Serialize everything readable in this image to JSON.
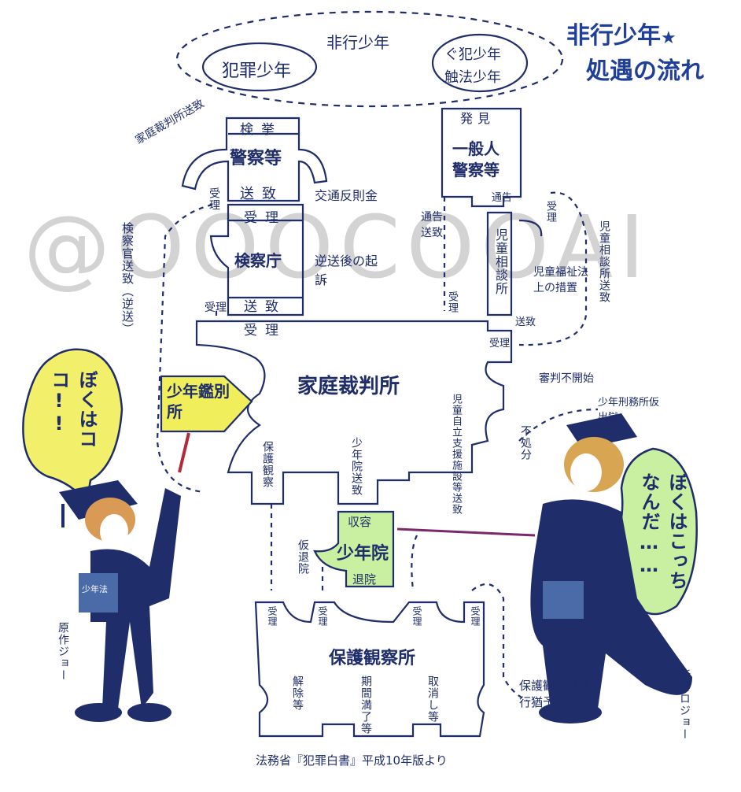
{
  "title": {
    "line1": "非行少年",
    "line2": "処遇の流れ",
    "star": "★"
  },
  "watermark": "@OOOCOOAI",
  "top": {
    "group": "非行少年",
    "crime": "犯罪少年",
    "guhan1": "ぐ犯少年",
    "guhan2": "触法少年"
  },
  "left_path": {
    "kyo": "検挙",
    "police": "警察等",
    "sotchi1": "送致",
    "koutsu": "交通反則金",
    "katei_saibansho_sotchi": "家庭裁判所送致",
    "juri1": "受理",
    "juri_top": "受理",
    "kensatsu": "検察庁",
    "sotchi2": "送致",
    "gyakuso": "逆送後の起訴",
    "kensatsukan": "検察官送致（逆送）",
    "juri_left": "受理",
    "juri_mid": "受理"
  },
  "right_path": {
    "hakken": "発見",
    "ippan1": "一般人",
    "ippan2": "警察等",
    "tsukoku": "通告",
    "tsukoku_sotchi": "通告送致",
    "juri_r": "受理",
    "jidou": "児童相談所",
    "jidou_sotchi": "児童相談所送致",
    "fukushi": "児童福祉法上の措置",
    "sotchi_r": "送致",
    "juri_r2": "受理",
    "juri_r3": "受理"
  },
  "court": {
    "name": "家庭裁判所",
    "shinpan": "審判不開始",
    "fushobun": "不処分",
    "jidou_shisetsu": "児童自立支援施設等送致",
    "hogo": "保護観察",
    "shonenin_sotchi": "少年院送致",
    "keijisho": "少年刑務所仮出獄"
  },
  "kanbetsu": "少年鑑別所",
  "shonenin": {
    "shuyo": "収容",
    "name": "少年院",
    "taiin": "退院",
    "karitai": "仮退院"
  },
  "hogokan": {
    "name": "保護観察所",
    "juri1": "受理",
    "juri2": "受理",
    "juri3": "受理",
    "juri4": "受理",
    "kaijo": "解除等",
    "kigen": "期間満了等",
    "torikeshi": "取消し等",
    "shikkou": "保護観察付執行猶予"
  },
  "source": "法務省『犯罪白書』平成10年版より",
  "char_left": {
    "bubble": "ぼくはココ!!",
    "book": "少年法",
    "label": "原作ジョー"
  },
  "char_right": {
    "bubble": "ぼくはこっちなんだ……",
    "label": "新ゼロジョー"
  },
  "colors": {
    "ink": "#1f2d6b",
    "yellow_bubble": "#f2f06a",
    "green_bubble": "#c8f0a0",
    "sign": "#f0ee5a",
    "accent": "#1f3f9a"
  }
}
